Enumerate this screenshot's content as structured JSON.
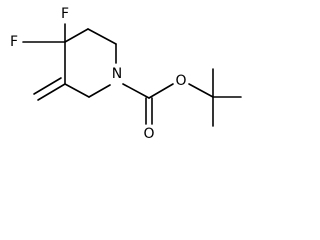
{
  "molecule": {
    "atoms": {
      "f_top": "F",
      "f_left": "F",
      "n_ring": "N",
      "o_ester": "O",
      "o_carbonyl": "O"
    }
  }
}
